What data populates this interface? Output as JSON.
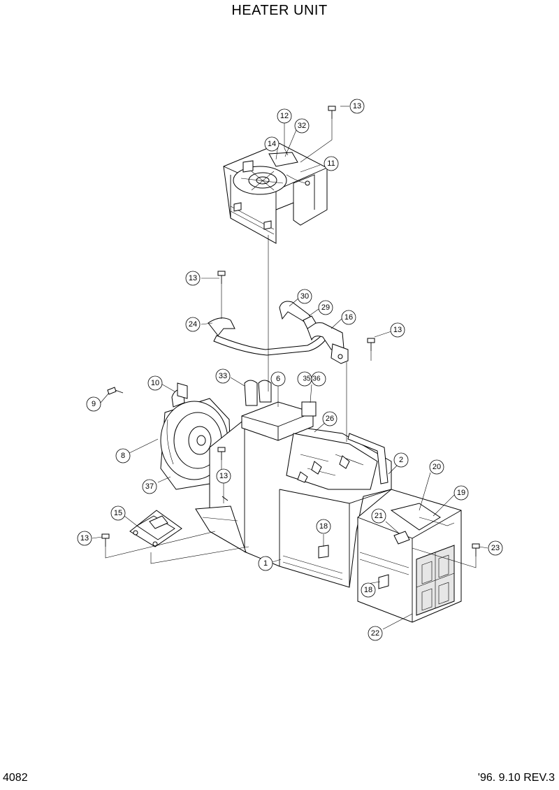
{
  "header": {
    "title": "HEATER UNIT"
  },
  "footer": {
    "page_number": "4082",
    "revision": "'96. 9.10  REV.3"
  },
  "callouts": {
    "c1": "1",
    "c2": "2",
    "c6": "6",
    "c8": "8",
    "c9": "9",
    "c10": "10",
    "c11": "11",
    "c12": "12",
    "c13a": "13",
    "c13b": "13",
    "c13c": "13",
    "c13d": "13",
    "c13e": "13",
    "c14": "14",
    "c15": "15",
    "c16": "16",
    "c18a": "18",
    "c18b": "18",
    "c19": "19",
    "c20": "20",
    "c21": "21",
    "c22": "22",
    "c23": "23",
    "c24": "24",
    "c26": "26",
    "c29": "29",
    "c30": "30",
    "c32": "32",
    "c33": "33",
    "c3536": "35,36",
    "c37": "37"
  }
}
